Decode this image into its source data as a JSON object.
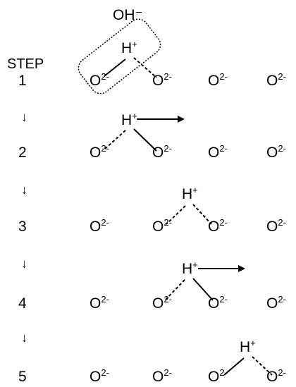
{
  "oh_label": "OH⁻",
  "step_header": "STEP",
  "oxide_label": "O",
  "oxide_charge": "2-",
  "proton_label": "H",
  "proton_charge": "+",
  "down_arrow": "↓",
  "steps": [
    {
      "number": "1"
    },
    {
      "number": "2"
    },
    {
      "number": "3"
    },
    {
      "number": "4"
    },
    {
      "number": "5"
    }
  ]
}
